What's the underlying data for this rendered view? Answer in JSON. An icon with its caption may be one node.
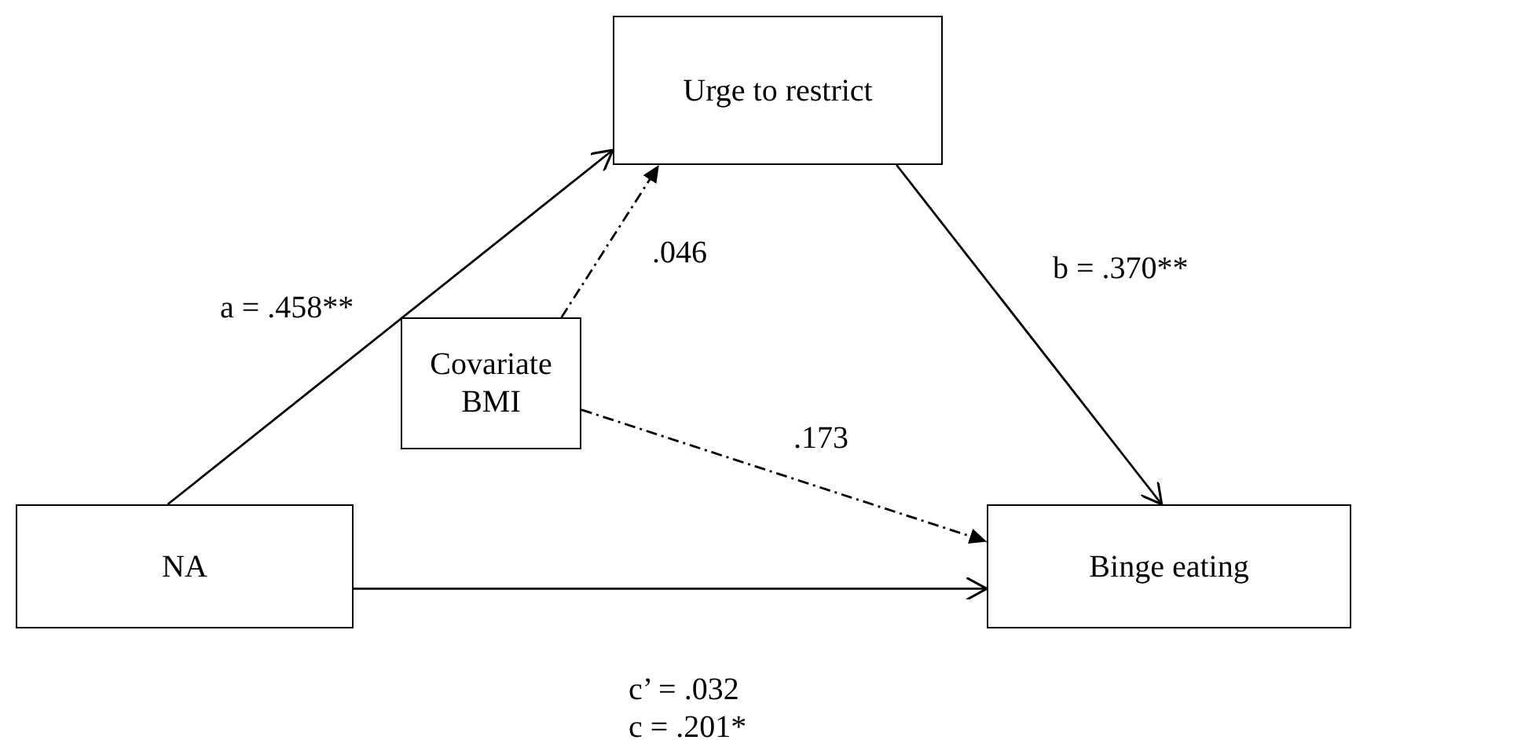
{
  "diagram": {
    "nodes": [
      {
        "text": [
          "Urge to restrict"
        ]
      },
      {
        "text": [
          "Covariate BMI"
        ]
      },
      {
        "text": [
          "NA"
        ]
      },
      {
        "text": [
          "Binge eating"
        ]
      }
    ],
    "edges": [
      {
        "from": 2,
        "to": 0,
        "arrow": "to",
        "label": "a = .458**"
      },
      {
        "from": 0,
        "to": 3,
        "arrow": "to",
        "label": "b = .370**"
      },
      {
        "from": 1,
        "to": 0,
        "arrow": "to",
        "label": ".046",
        "style": "dashed"
      },
      {
        "from": 1,
        "to": 3,
        "arrow": "to",
        "label": ".173",
        "style": "dashed"
      },
      {
        "from": 2,
        "to": 3,
        "arrow": "to",
        "label": "c’ = .032"
      }
    ],
    "labels": [
      "c = .201*"
    ]
  }
}
